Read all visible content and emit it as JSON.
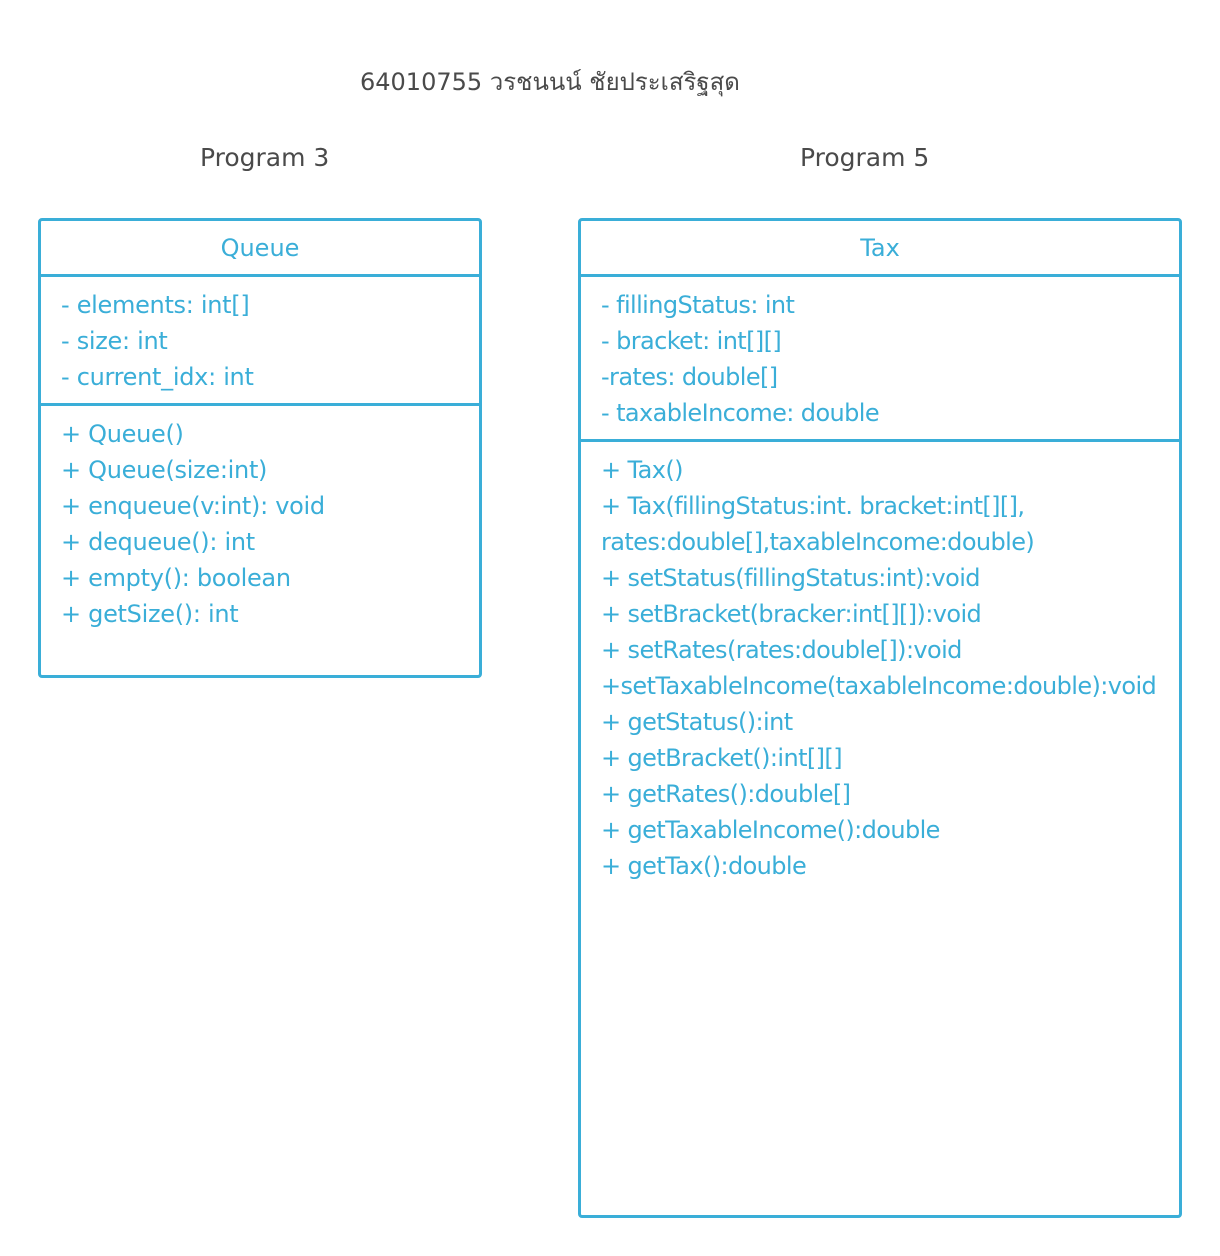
{
  "author": "64010755 วรชนนน์ ชัยประเสริฐสุด",
  "program3": {
    "label": "Program 3",
    "class_name": "Queue",
    "attributes": [
      "- elements: int[]",
      "- size: int",
      "- current_idx: int"
    ],
    "methods": [
      "+ Queue()",
      "+ Queue(size:int)",
      "+ enqueue(v:int): void",
      "+ dequeue(): int",
      "+ empty(): boolean",
      "+ getSize(): int"
    ]
  },
  "program5": {
    "label": "Program 5",
    "class_name": "Tax",
    "attributes": [
      "- fillingStatus: int",
      "- bracket: int[][]",
      "-rates: double[]",
      "- taxableIncome: double"
    ],
    "methods": [
      "+ Tax()",
      "+ Tax(fillingStatus:int.  bracket:int[][],",
      "rates:double[],taxableIncome:double)",
      "+ setStatus(fillingStatus:int):void",
      "+ setBracket(bracker:int[][]):void",
      "+ setRates(rates:double[]):void",
      "+setTaxableIncome(taxableIncome:double):void",
      "+ getStatus():int",
      "+ getBracket():int[][]",
      "+ getRates():double[]",
      "+ getTaxableIncome():double",
      "+ getTax():double"
    ]
  },
  "colors": {
    "uml_accent": "#3aaed8",
    "heading_text": "#4a4a4a"
  }
}
